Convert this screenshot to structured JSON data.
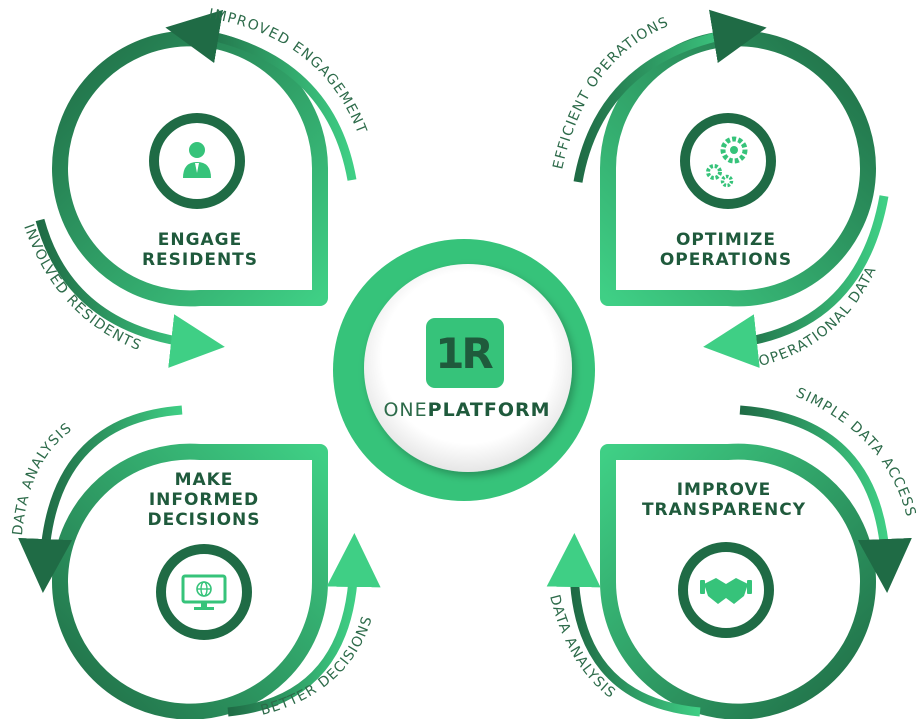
{
  "center": {
    "logo_text": "1R",
    "brand_one": "ONE",
    "brand_platform": "PLATFORM"
  },
  "quadrants": {
    "top_left": {
      "line1": "ENGAGE",
      "line2": "RESIDENTS",
      "icon": "resident-person-icon"
    },
    "top_right": {
      "line1": "OPTIMIZE",
      "line2": "OPERATIONS",
      "icon": "gears-icon"
    },
    "bottom_left": {
      "line1": "MAKE",
      "line2": "INFORMED",
      "line3": "DECISIONS",
      "icon": "monitor-globe-icon"
    },
    "bottom_right": {
      "line1": "IMPROVE",
      "line2": "TRANSPARENCY",
      "icon": "handshake-icon"
    }
  },
  "arrows": {
    "improved_engagement": "IMPROVED ENGAGEMENT",
    "involved_residents": "INVOLVED RESIDENTS",
    "efficient_operations": "EFFICIENT OPERATIONS",
    "operational_data": "OPERATIONAL DATA",
    "data_analysis_left": "DATA ANALYSIS",
    "better_decisions": "BETTER DECISIONS",
    "simple_data_access": "SIMPLE DATA ACCESS",
    "data_analysis_right": "DATA ANALYSIS"
  },
  "colors": {
    "dark_green": "#1f6b45",
    "bright_green": "#36c37a",
    "text_green": "#1f5a3c"
  }
}
